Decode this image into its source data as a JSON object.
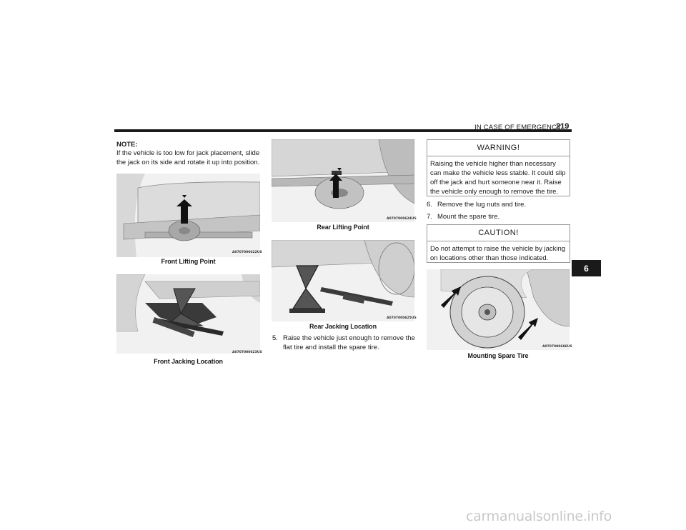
{
  "header": {
    "section": "IN CASE OF EMERGENCY",
    "page": "219"
  },
  "note": {
    "label": "NOTE:",
    "text": "If the vehicle is too low for jack placement, slide the jack on its side and rotate it up into position."
  },
  "figures": [
    {
      "code": "A0707000622US",
      "caption": "Front Lifting Point"
    },
    {
      "code": "A0707000623US",
      "caption": "Front Jacking Location"
    },
    {
      "code": "A0707000624US",
      "caption": "Rear Lifting Point"
    },
    {
      "code": "A0707000625US",
      "caption": "Rear Jacking Location"
    },
    {
      "code": "A0707000686US",
      "caption": "Mounting Spare Tire"
    }
  ],
  "steps": [
    {
      "num": "5.",
      "lines": [
        "Raise the vehicle just enough to remove the",
        "flat tire and install the spare tire."
      ]
    },
    {
      "num": "6.",
      "lines": [
        "Remove the lug nuts and tire."
      ]
    },
    {
      "num": "7.",
      "lines": [
        "Mount the spare tire."
      ]
    }
  ],
  "warning": {
    "title": "WARNING!",
    "text": "Raising the vehicle higher than necessary can make the vehicle less stable. It could slip off the jack and hurt someone near it. Raise the vehicle only enough to remove the tire."
  },
  "caution": {
    "title": "CAUTION!",
    "text": "Do not attempt to raise the vehicle by jacking on locations other than those indicated."
  },
  "chapter_tab": "6",
  "watermark": "carmanualsonline.info"
}
